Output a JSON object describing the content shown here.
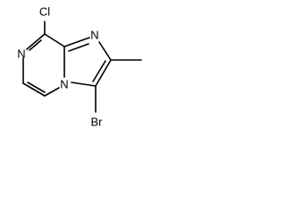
{
  "molecule": {
    "atoms": {
      "chlorine": "Cl",
      "bromine": "Br",
      "nitrogen_pyrazine": "N",
      "nitrogen_imidazole": "N",
      "nitrogen_bridgehead": "N"
    },
    "substituents": {
      "methyl": ""
    },
    "colors": {
      "bond": "#000000",
      "text": "#000000",
      "background": "#ffffff"
    }
  }
}
